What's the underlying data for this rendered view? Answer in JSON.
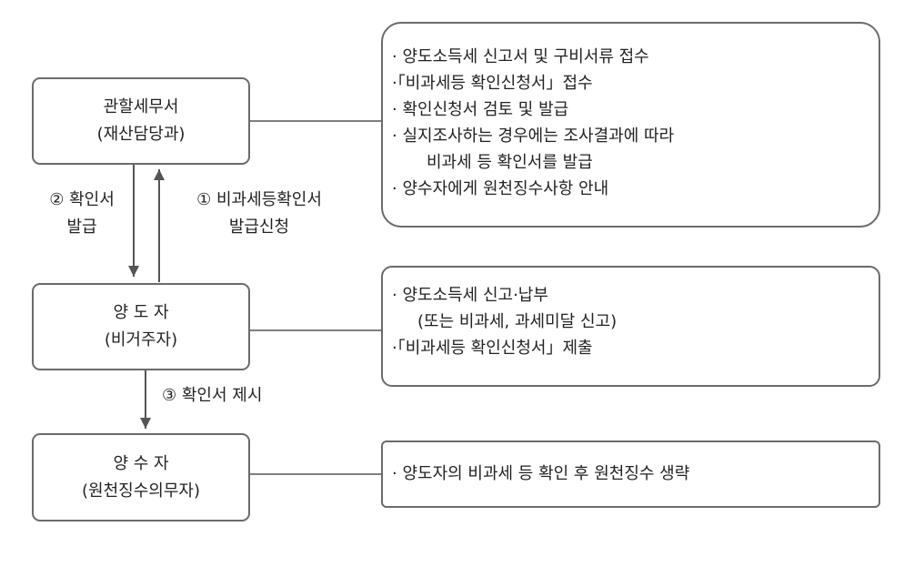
{
  "entities": {
    "tax_office": {
      "line1": "관할세무서",
      "line2": "(재산담당과)"
    },
    "transferor": {
      "line1": "양 도 자",
      "line2": "(비거주자)"
    },
    "transferee": {
      "line1": "양 수 자",
      "line2": "(원천징수의무자)"
    }
  },
  "arrows": {
    "issue": {
      "line1": "② 확인서",
      "line2": "발급"
    },
    "request": {
      "line1": "① 비과세등확인서",
      "line2": "발급신청"
    },
    "present": {
      "line1": "③ 확인서 제시"
    }
  },
  "notes": {
    "tax_office": [
      "· 양도소득세 신고서 및 구비서류 접수",
      "·「비과세등 확인신청서」접수",
      "· 확인신청서 검토 및 발급",
      "· 실지조사하는 경우에는 조사결과에 따라",
      "비과세 등 확인서를 발급",
      "· 양수자에게 원천징수사항 안내"
    ],
    "transferor": [
      "· 양도소득세 신고·납부",
      "(또는 비과세, 과세미달 신고)",
      "·「비과세등 확인신청서」제출"
    ],
    "transferee": [
      "· 양도자의 비과세 등 확인 후 원천징수 생략"
    ]
  }
}
